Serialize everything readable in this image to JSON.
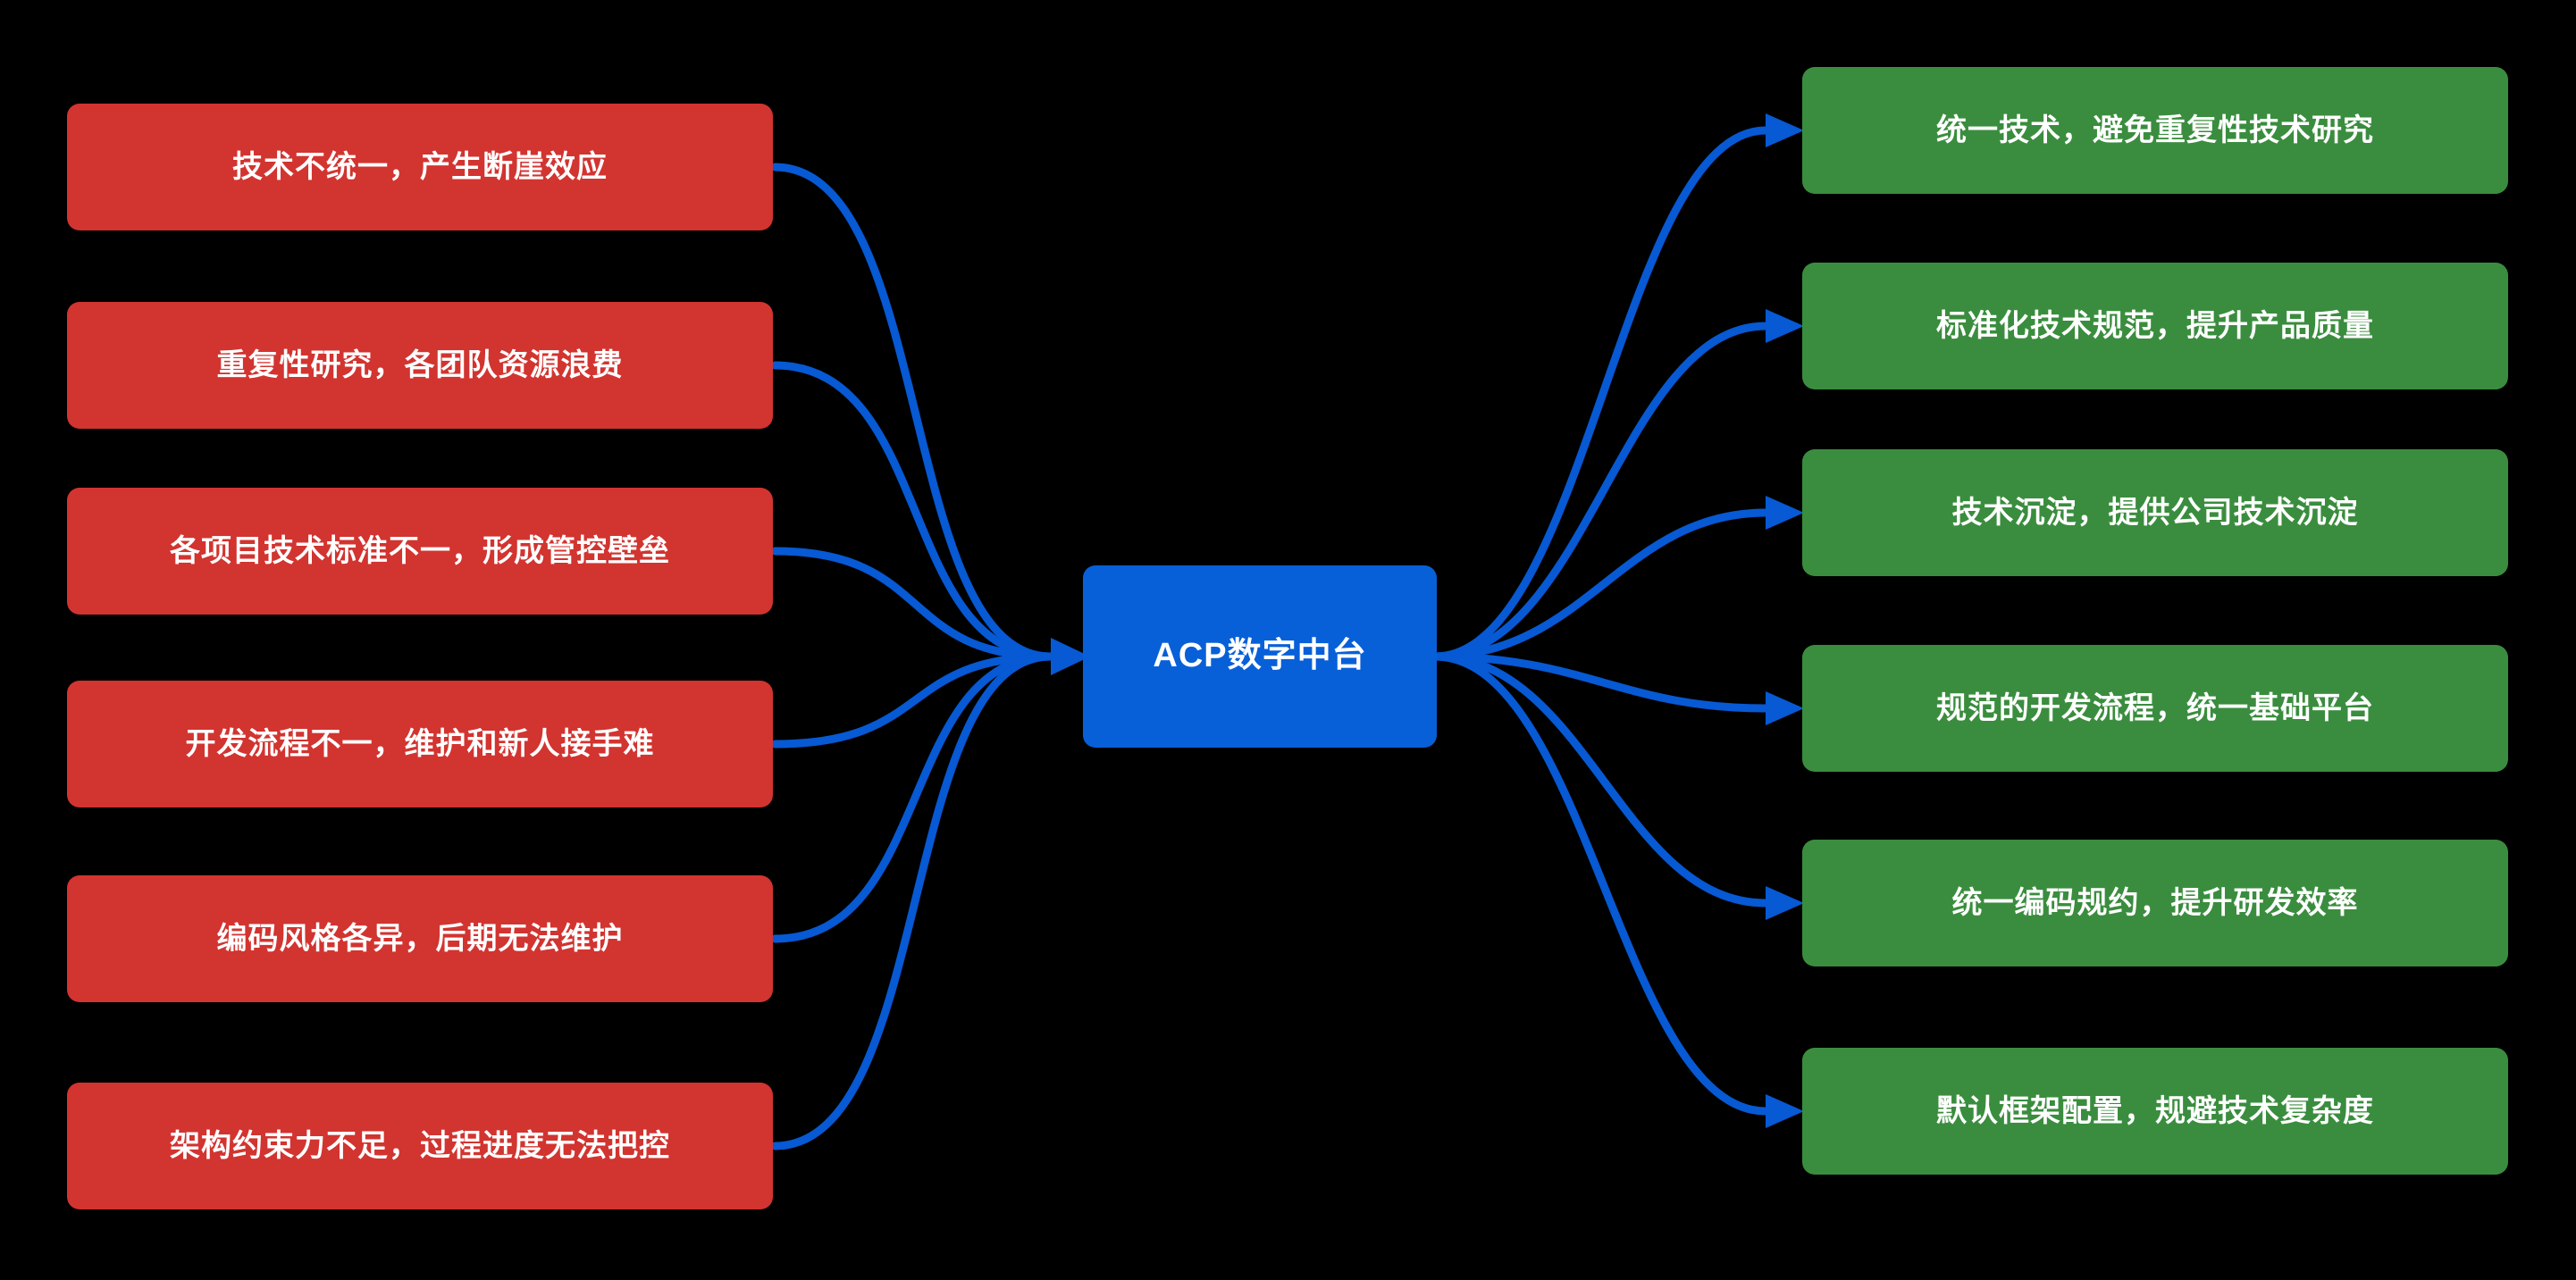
{
  "diagram": {
    "background_color": "#000000",
    "connector_color": "#0759d4",
    "text_color": "#ffffff",
    "center_node": {
      "label": "ACP数字中台",
      "color": "#0760d8"
    },
    "problem_nodes": {
      "color": "#d23430",
      "items": [
        "技术不统一，产生断崖效应",
        "重复性研究，各团队资源浪费",
        "各项目技术标准不一，形成管控壁垒",
        "开发流程不一，维护和新人接手难",
        "编码风格各异，后期无法维护",
        "架构约束力不足，过程进度无法把控"
      ]
    },
    "benefit_nodes": {
      "color": "#3a8d3e",
      "items": [
        "统一技术，避免重复性技术研究",
        "标准化技术规范，提升产品质量",
        "技术沉淀，提供公司技术沉淀",
        "规范的开发流程，统一基础平台",
        "统一编码规约，提升研发效率",
        "默认框架配置，规避技术复杂度"
      ]
    }
  }
}
